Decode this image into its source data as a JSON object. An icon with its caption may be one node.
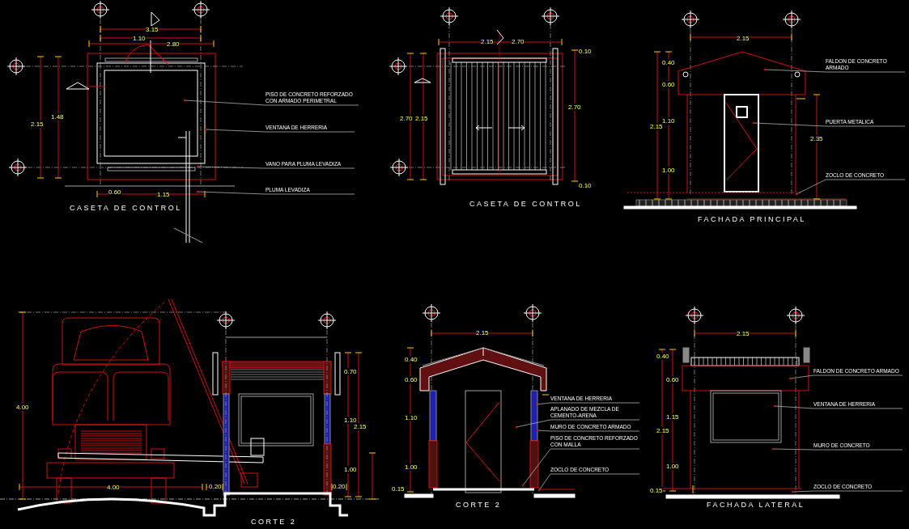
{
  "diagram": {
    "nodes": [
      {
        "text": [
          "PISO DE CONCRETO REFORZADO CON ARMADO PERIMETRAL"
        ]
      },
      {
        "text": [
          "VENTANA DE HERRERIA"
        ]
      },
      {
        "text": [
          "VANO PARA PLUMA LEVADIZA"
        ]
      },
      {
        "text": [
          "PLUMA LEVADIZA"
        ]
      },
      {
        "text": [
          "FALDON DE CONCRETO ARMADO"
        ]
      },
      {
        "text": [
          "PUERTA METALICA"
        ]
      },
      {
        "text": [
          "ZOCLO DE CONCRETO"
        ]
      },
      {
        "text": [
          "VENTANA DE HERRERIA"
        ]
      },
      {
        "text": [
          "APLANADO DE MEZCLA DE CEMENTO-ARENA"
        ]
      },
      {
        "text": [
          "MURO DE CONCRETO ARMADO"
        ]
      },
      {
        "text": [
          "PISO DE CONCRETO REFORZADO CON MALLA"
        ]
      },
      {
        "text": [
          "ZOCLO DE CONCRETO"
        ]
      },
      {
        "text": [
          "FALDON DE CONCRETO ARMADO"
        ]
      },
      {
        "text": [
          "VENTANA DE HERRERIA"
        ]
      },
      {
        "text": [
          "MURO DE CONCRETO"
        ]
      },
      {
        "text": [
          "ZOCLO DE CONCRETO"
        ]
      }
    ],
    "edges": [
      {
        "from": 0,
        "to": null,
        "arrow": "none"
      },
      {
        "from": 1,
        "to": null,
        "arrow": "none"
      },
      {
        "from": 2,
        "to": null,
        "arrow": "none"
      },
      {
        "from": 3,
        "to": null,
        "arrow": "none"
      },
      {
        "from": 4,
        "to": null,
        "arrow": "none"
      },
      {
        "from": 5,
        "to": null,
        "arrow": "none"
      },
      {
        "from": 6,
        "to": null,
        "arrow": "none"
      },
      {
        "from": 7,
        "to": null,
        "arrow": "none"
      },
      {
        "from": 8,
        "to": null,
        "arrow": "none"
      },
      {
        "from": 9,
        "to": null,
        "arrow": "none"
      },
      {
        "from": 10,
        "to": null,
        "arrow": "none"
      },
      {
        "from": 11,
        "to": null,
        "arrow": "none"
      },
      {
        "from": 12,
        "to": null,
        "arrow": "none"
      },
      {
        "from": 13,
        "to": null,
        "arrow": "none"
      },
      {
        "from": 14,
        "to": null,
        "arrow": "none"
      },
      {
        "from": 15,
        "to": null,
        "arrow": "none"
      }
    ],
    "labels": [
      "3.15",
      "1.10",
      "2.80",
      "2.15",
      "1.48",
      "0.60",
      "1.15",
      "CASETA DE CONTROL",
      "2.15",
      "2.70",
      "2.70",
      "2.15",
      "2.70",
      "0.10",
      "0.10",
      "CASETA DE CONTROL",
      "2.15",
      "0.40",
      "0.60",
      "1.10",
      "1.00",
      "2.15",
      "2.35",
      "FACHADA PRINCIPAL",
      "4.00",
      "4.00",
      "0.20",
      "0.70",
      "1.10",
      "1.00",
      "2.15",
      "0.20",
      "CORTE 2",
      "2.15",
      "0.40",
      "0.60",
      "1.10",
      "1.00",
      "0.15",
      "CORTE 2",
      "2.15",
      "0.40",
      "0.60",
      "1.15",
      "1.00",
      "2.15",
      "0.15",
      "FACHADA LATERAL"
    ]
  }
}
